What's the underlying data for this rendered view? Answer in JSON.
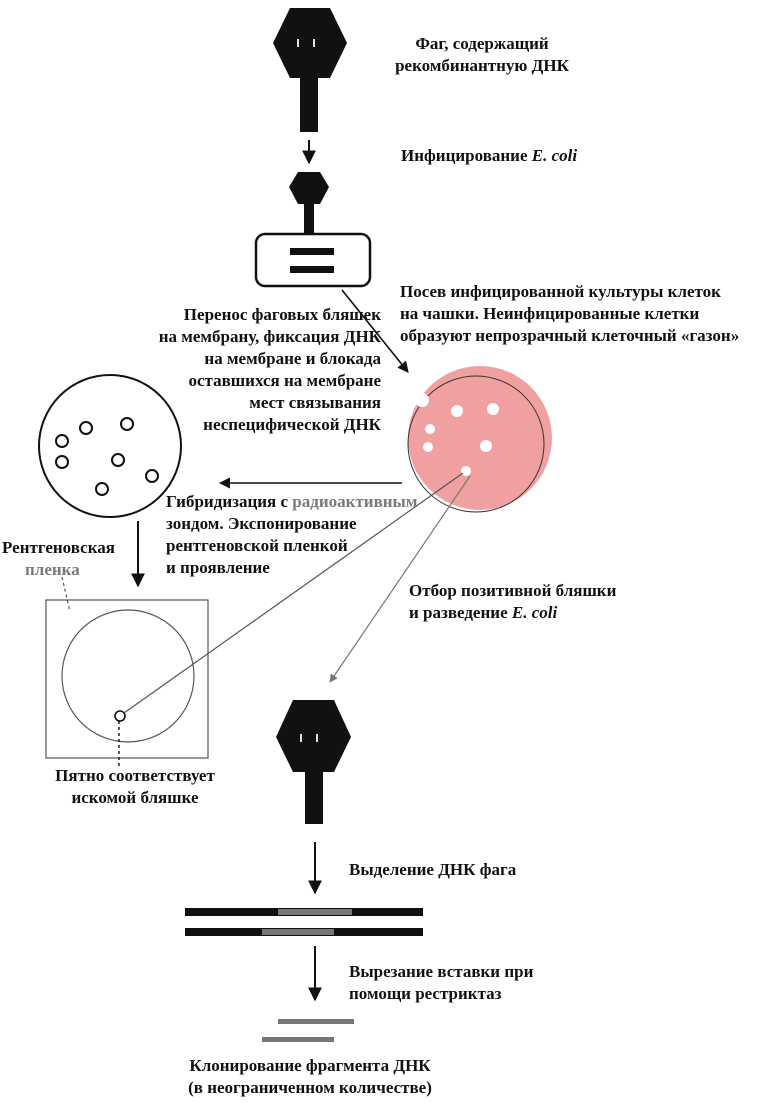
{
  "labels": {
    "phage_line1": "Фаг, содержащий",
    "phage_line2": "рекомбинантную ДНК",
    "infection_text": "Инфицирование ",
    "infection_italic": "E. coli",
    "plating_line1": "Посев инфицированной культуры клеток",
    "plating_line2": "на чашки. Неинфицированные клетки",
    "plating_line3": "образуют непрозрачный клеточный «газон»",
    "transfer_line1": "Перенос фаговых бляшек",
    "transfer_line2": "на мембрану, фиксация ДНК",
    "transfer_line3": "на мембране и блокада",
    "transfer_line4": "оставшихся на мембране",
    "transfer_line5": "мест связывания",
    "transfer_line6": "неспецифической ДНК",
    "hybrid_line1a": "Гибридизация с ",
    "hybrid_line1b": "радиоактивным",
    "hybrid_line2": "зондом. Экспонирование",
    "hybrid_line3": "рентгеновской пленкой",
    "hybrid_line4": "и проявление",
    "film_line1": "Рентгеновская",
    "film_line2": "пленка",
    "selection_line1": "Отбор позитивной бляшки",
    "selection_line2a": "и разведение ",
    "selection_line2b": "E. coli",
    "spot_line1": "Пятно соответствует",
    "spot_line2": "искомой бляшке",
    "dna_isolation": "Выделение ДНК фага",
    "restriction_line1": "Вырезание вставки при",
    "restriction_line2": "помощи рестриктаз",
    "cloning_line1": "Клонирование фрагмента ДНК",
    "cloning_line2": "(в неограниченном количестве)"
  },
  "colors": {
    "ink": "#111111",
    "lawn": "#f0a0a0",
    "muted": "#7a7a7a",
    "background": "#ffffff"
  }
}
